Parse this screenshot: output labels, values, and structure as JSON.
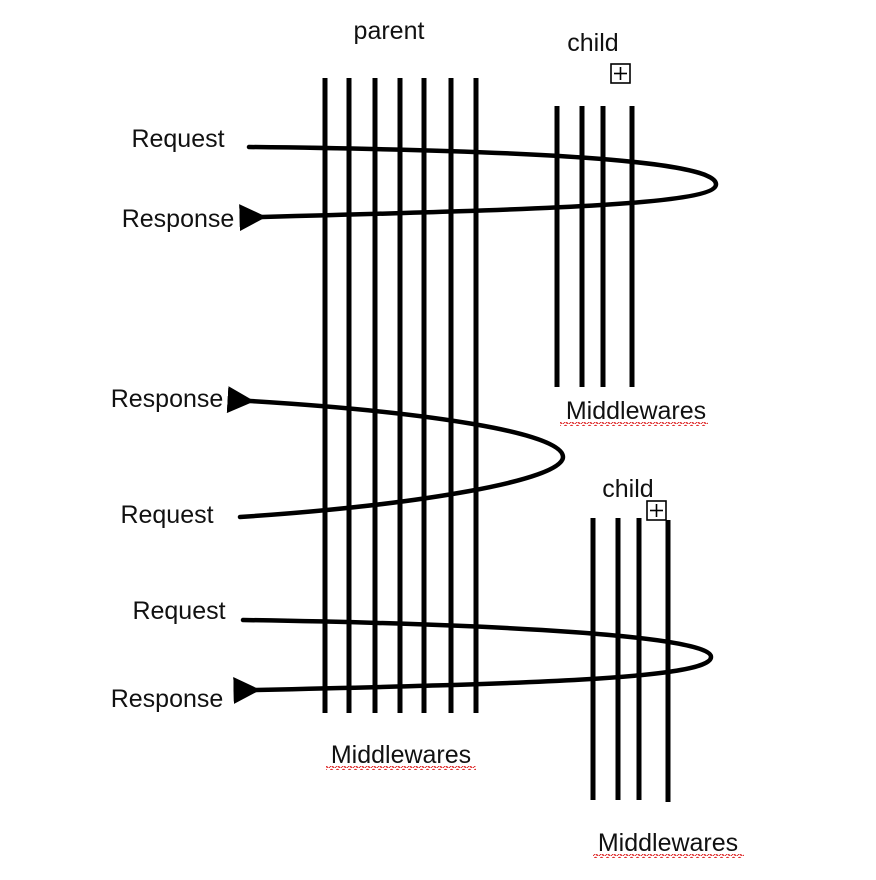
{
  "labels": {
    "parent": "parent",
    "child_top": "child",
    "child_bottom": "child",
    "middlewares_child_top": "Middlewares",
    "middlewares_parent": "Middlewares",
    "middlewares_child_bottom": "Middlewares",
    "flow1_request": "Request",
    "flow1_response": "Response",
    "flow2_response": "Response",
    "flow2_request": "Request",
    "flow3_request": "Request",
    "flow3_response": "Response"
  },
  "colors": {
    "stroke": "#000000",
    "text": "#111111",
    "spellcheck_underline": "#e03030"
  },
  "icons": {
    "child_top_expand": "plus-box-icon",
    "child_bottom_expand": "plus-box-icon"
  }
}
